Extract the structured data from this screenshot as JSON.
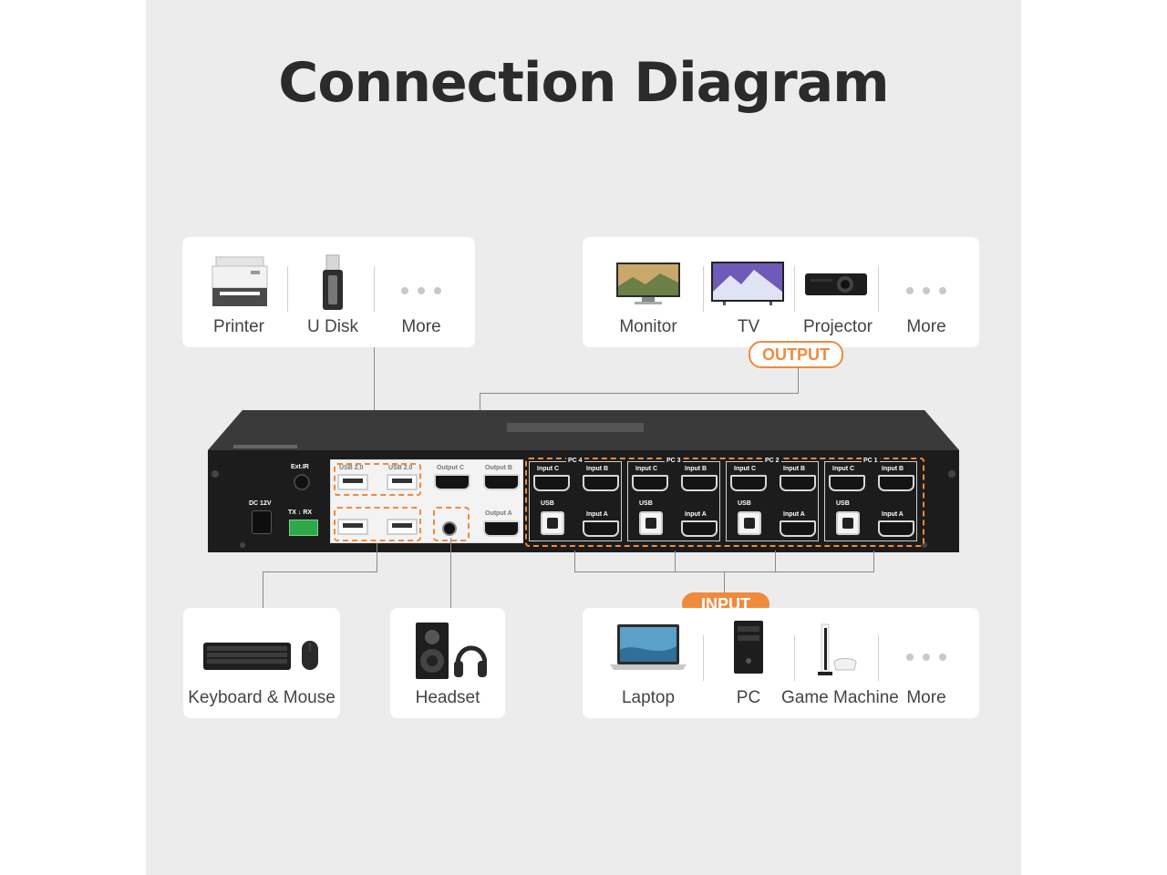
{
  "title": "Connection Diagram",
  "usb_peripherals": [
    {
      "label": "Printer",
      "icon": "printer-icon"
    },
    {
      "label": "U Disk",
      "icon": "usb-drive-icon"
    },
    {
      "label": "More",
      "icon": "more-dots-icon"
    }
  ],
  "outputs": {
    "tag": "OUTPUT",
    "items": [
      {
        "label": "Monitor",
        "icon": "monitor-icon"
      },
      {
        "label": "TV",
        "icon": "tv-icon"
      },
      {
        "label": "Projector",
        "icon": "projector-icon"
      },
      {
        "label": "More",
        "icon": "more-dots-icon"
      }
    ]
  },
  "keyboard_mouse": {
    "label": "Keyboard & Mouse",
    "icon": "keyboard-mouse-icon"
  },
  "headset": {
    "label": "Headset",
    "icon": "speaker-headset-icon"
  },
  "inputs": {
    "tag": "INPUT",
    "items": [
      {
        "label": "Laptop",
        "icon": "laptop-icon"
      },
      {
        "label": "PC",
        "icon": "pc-tower-icon"
      },
      {
        "label": "Game Machine",
        "icon": "game-console-icon"
      },
      {
        "label": "More",
        "icon": "more-dots-icon"
      }
    ]
  },
  "device": {
    "dc": "DC 12V",
    "ext_ir": "Ext.IR",
    "txrx": "TX ↓ RX",
    "usb20": "USB 2.0",
    "output_a": "Output A",
    "output_b": "Output B",
    "output_c": "Output C",
    "pcs": [
      "PC 4",
      "PC 3",
      "PC 2",
      "PC 1"
    ],
    "input_a": "Input A",
    "input_b": "Input B",
    "input_c": "Input C",
    "usb": "USB"
  },
  "colors": {
    "accent": "#f08a3c",
    "background": "#ececec",
    "device": "#1c1c1c"
  }
}
